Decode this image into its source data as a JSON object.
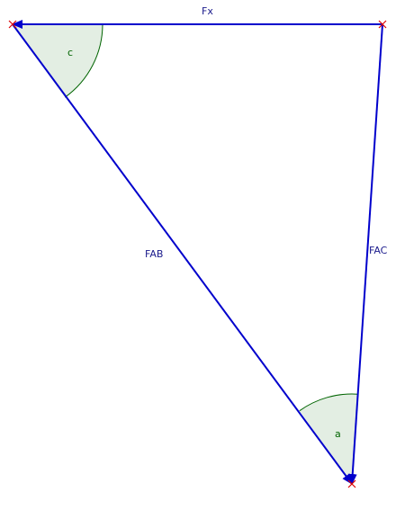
{
  "diagram": {
    "vector_labels": {
      "fx": "Fx",
      "fab": "FAB",
      "fac": "FAC"
    },
    "angle_labels": {
      "c": "c",
      "a": "a"
    },
    "colors": {
      "vector": "#0000cc",
      "angle_stroke": "#006400",
      "angle_fill": "#e3eee3",
      "point": "#dd0000",
      "vector_label": "#1a1a8c",
      "angle_label": "#006400"
    }
  }
}
